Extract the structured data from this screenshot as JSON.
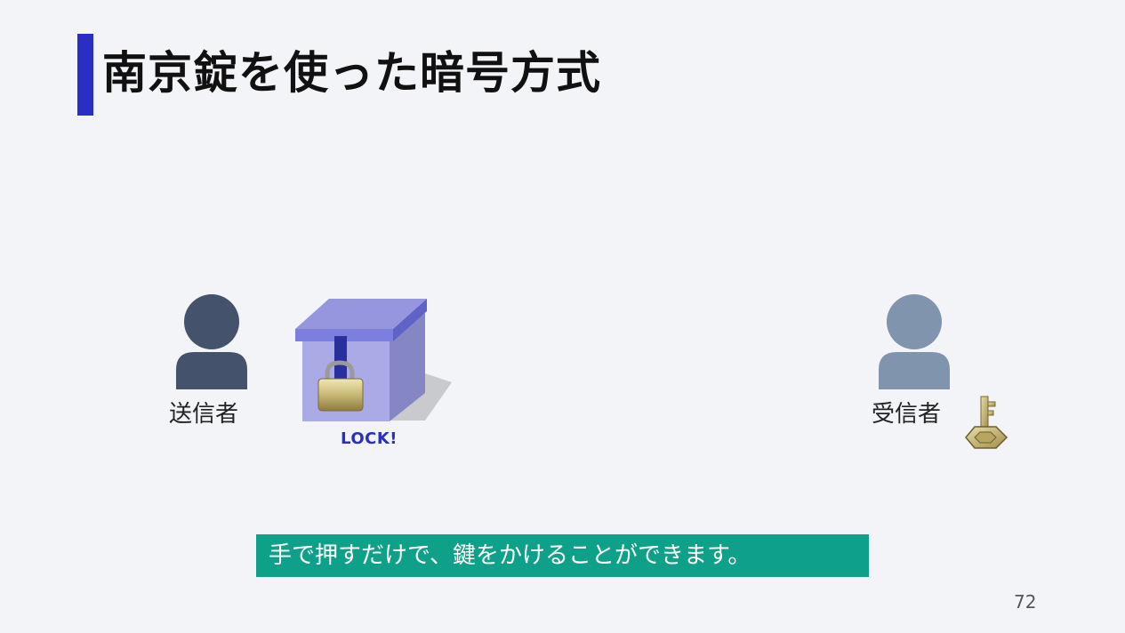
{
  "slide": {
    "title": "南京錠を使った暗号方式",
    "sender_label": "送信者",
    "receiver_label": "受信者",
    "lock_text": "LOCK!",
    "caption": "手で押すだけで、鍵をかけることができます。",
    "page_number": "72"
  },
  "colors": {
    "accent_bar": "#2a2fc4",
    "sender_person": "#44536b",
    "receiver_person": "#8094ad",
    "box": "#9b9ee2",
    "caption_bg": "#0fa08a"
  },
  "icons": {
    "sender": "person-icon",
    "receiver": "person-icon",
    "box": "locked-box-icon",
    "padlock": "padlock-icon",
    "key": "key-icon"
  }
}
